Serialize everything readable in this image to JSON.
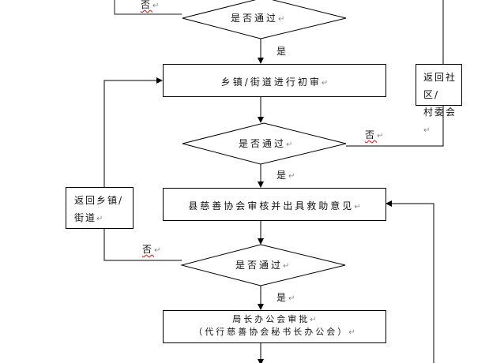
{
  "flowchart": {
    "decision_label": "是否通过",
    "yes_label": "是",
    "no_label": "否",
    "return_mark": "↵",
    "process_steps": [
      {
        "id": "town-review",
        "text": "乡镇/街道进行初审"
      },
      {
        "id": "county-charity-review",
        "text": "县慈善协会审核并出具救助意见"
      },
      {
        "id": "director-approval",
        "line1": "局长办公会审批",
        "line2": "（代行慈善协会秘书长办公会）"
      }
    ],
    "return_boxes": [
      {
        "id": "return-community",
        "line1": "返回社区/",
        "line2": "村委会"
      },
      {
        "id": "return-town",
        "line1": "返回乡镇/",
        "line2": "街道"
      }
    ]
  }
}
